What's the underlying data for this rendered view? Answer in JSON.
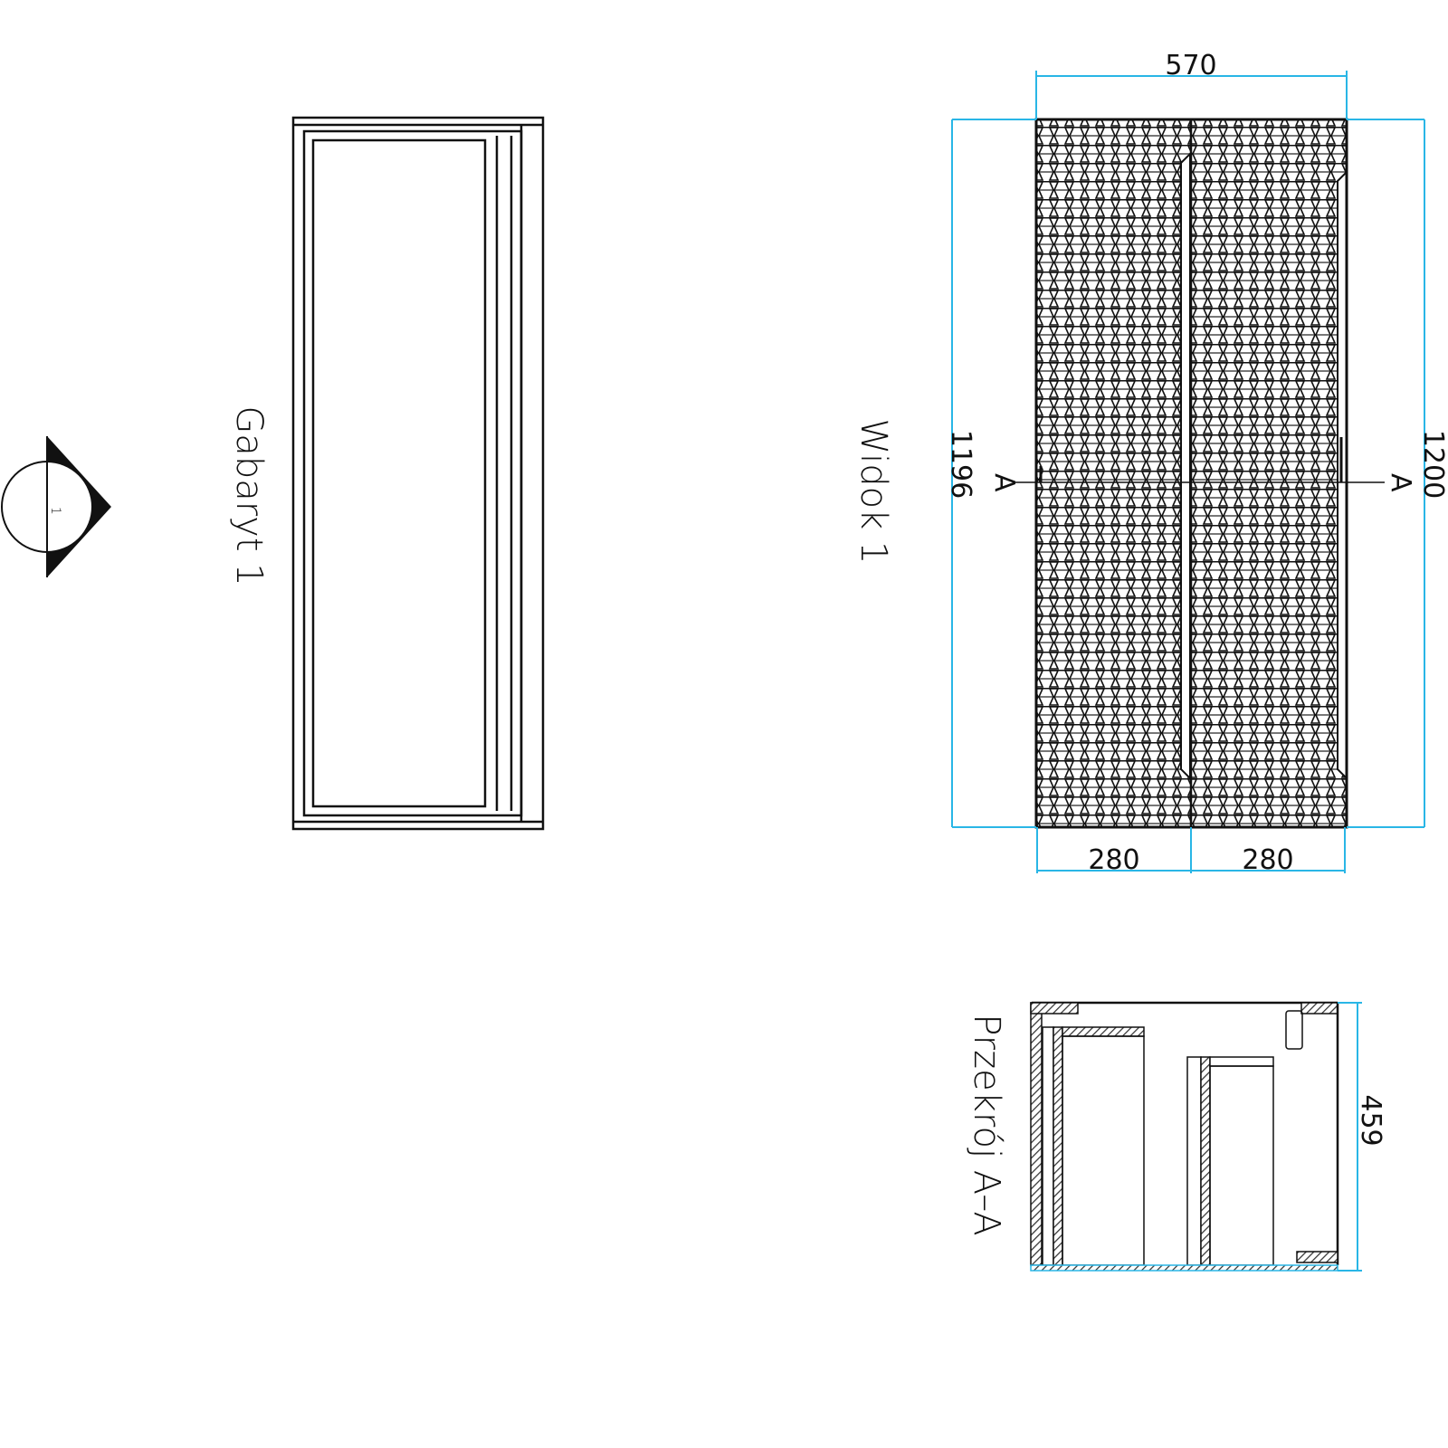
{
  "labels": {
    "gabaryt": "Gabaryt 1",
    "widok": "Widok 1",
    "przekroj": "Przekrój A–A",
    "view_marker": "1",
    "section_left": "A",
    "section_right": "A"
  },
  "dimensions": {
    "width_total": "570",
    "height_left": "1196",
    "height_right": "1200",
    "door_left": "280",
    "door_right": "280",
    "depth": "459"
  },
  "colors": {
    "dimension": "#29b6e6",
    "line": "#111111"
  }
}
